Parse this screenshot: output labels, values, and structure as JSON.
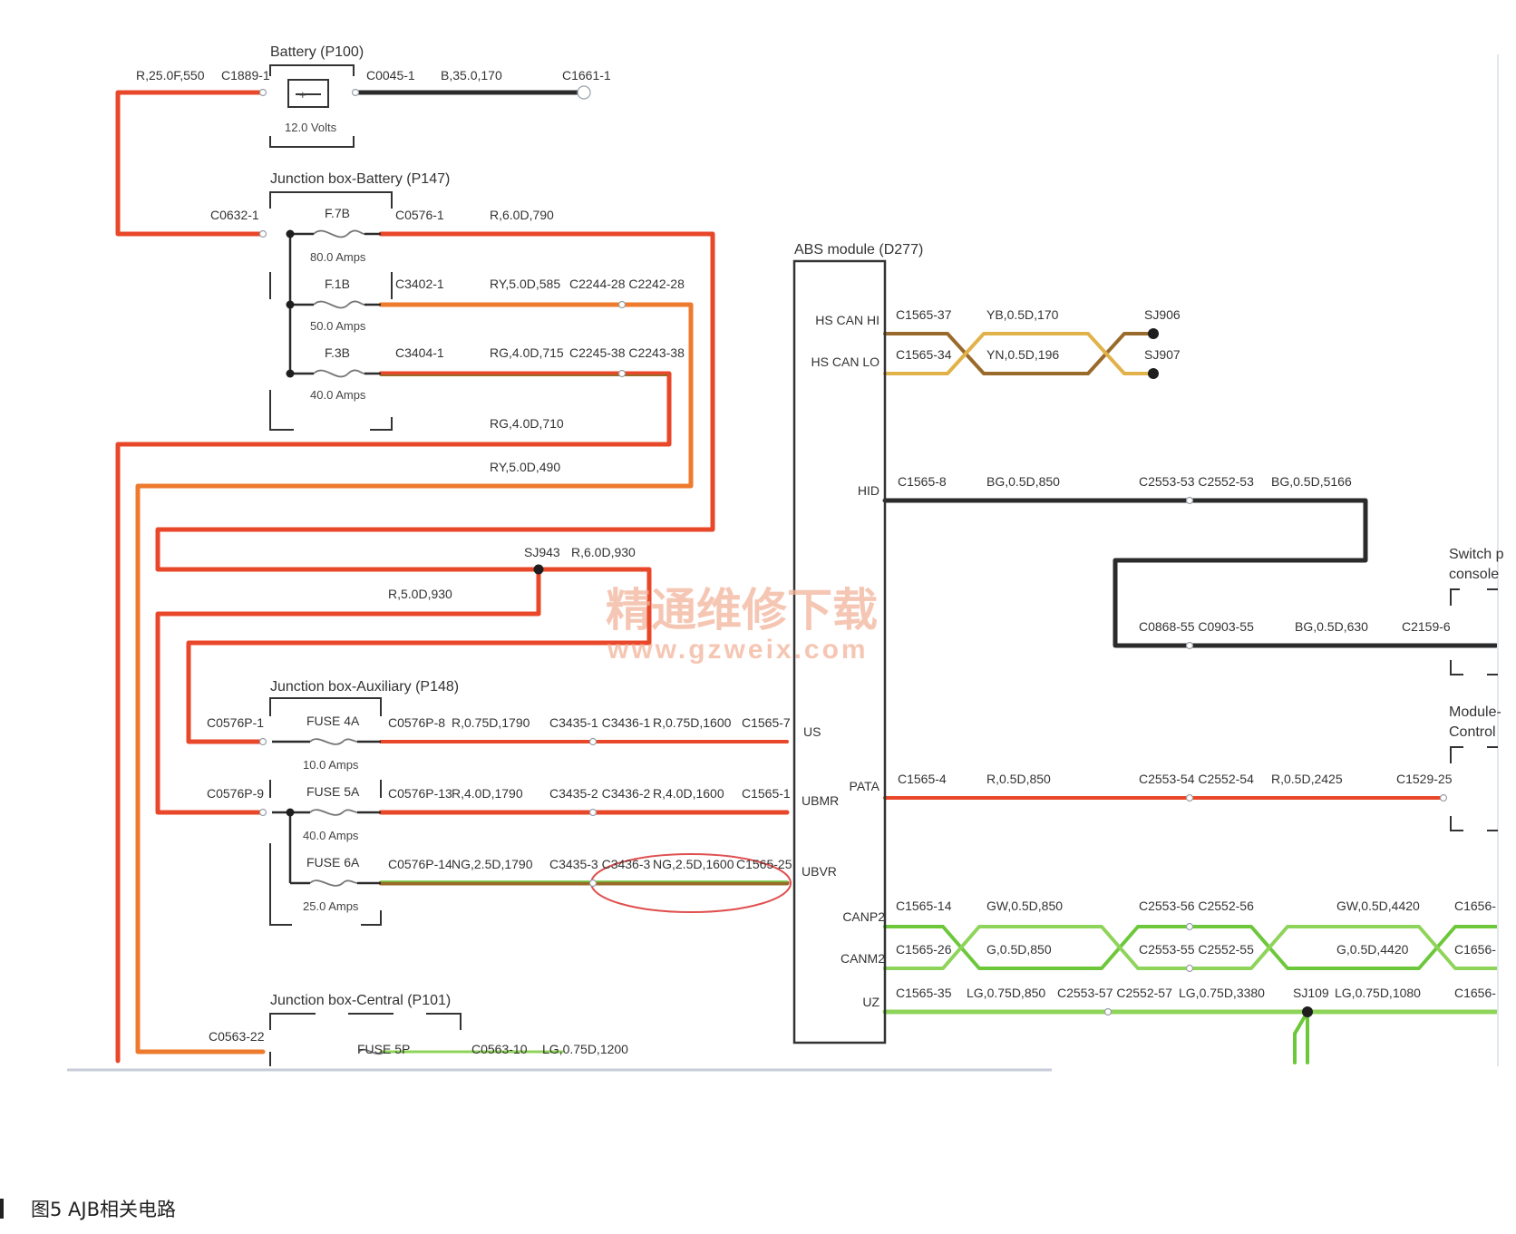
{
  "diagram": {
    "components": {
      "battery": {
        "title": "Battery (P100)",
        "rating": "12.0 Volts",
        "polarity": "+"
      },
      "jb_battery": {
        "title": "Junction box-Battery (P147)",
        "fuses": [
          {
            "id": "F.7B",
            "rating": "80.0 Amps"
          },
          {
            "id": "F.1B",
            "rating": "50.0 Amps"
          },
          {
            "id": "F.3B",
            "rating": "40.0 Amps"
          }
        ]
      },
      "jb_aux": {
        "title": "Junction box-Auxiliary (P148)",
        "fuses": [
          {
            "id": "FUSE 4A",
            "rating": "10.0 Amps"
          },
          {
            "id": "FUSE 5A",
            "rating": "40.0 Amps"
          },
          {
            "id": "FUSE 6A",
            "rating": "25.0 Amps"
          }
        ]
      },
      "jb_central": {
        "title": "Junction box-Central (P101)",
        "fuse": "FUSE 5P"
      },
      "abs": {
        "title": "ABS module (D277)",
        "pins_left": [
          "US",
          "UBMR",
          "UBVR"
        ],
        "pins_right": [
          "HS CAN HI",
          "HS CAN LO",
          "HID",
          "PATA",
          "CANP2",
          "CANM2",
          "UZ"
        ]
      },
      "switch_console": {
        "line1": "Switch p",
        "line2": "console"
      },
      "module_control": {
        "line1": "Module-",
        "line2": "Control"
      }
    },
    "connectors": {
      "c1889_1": "C1889-1",
      "c0045_1": "C0045-1",
      "c1661_1": "C1661-1",
      "c0632_1": "C0632-1",
      "c0576_1": "C0576-1",
      "c3402_1": "C3402-1",
      "c3404_1": "C3404-1",
      "c2244_c2242": "C2244-28 C2242-28",
      "c2245_c2243": "C2245-38 C2243-38",
      "sj943": "SJ943",
      "c0576p_1": "C0576P-1",
      "c0576p_9": "C0576P-9",
      "c0576p_8": "C0576P-8",
      "c0576p_13": "C0576P-13",
      "c0576p_14": "C0576P-14",
      "c3435_1": "C3435-1 C3436-1",
      "c3435_2": "C3435-2 C3436-2",
      "c3435_3": "C3435-3 C3436-3",
      "c1565_7": "C1565-7",
      "c1565_1": "C1565-1",
      "c1565_25": "C1565-25",
      "c1565_37": "C1565-37",
      "c1565_34": "C1565-34",
      "sj906": "SJ906",
      "sj907": "SJ907",
      "c1565_8": "C1565-8",
      "c2553_53": "C2553-53 C2552-53",
      "c0868_55": "C0868-55 C0903-55",
      "c2159_6": "C2159-6",
      "c1565_4": "C1565-4",
      "c2553_54": "C2553-54 C2552-54",
      "c1529_25": "C1529-25",
      "c1565_14": "C1565-14",
      "c1565_26": "C1565-26",
      "c1565_35": "C1565-35",
      "c2553_56": "C2553-56 C2552-56",
      "c2553_55": "C2553-55 C2552-55",
      "c2553_57": "C2553-57 C2552-57",
      "sj109": "SJ109",
      "c1656_a": "C1656-",
      "c1656_b": "C1656-",
      "c1656_c": "C1656-",
      "c0563_22": "C0563-22",
      "c0563_10": "C0563-10"
    },
    "wires": {
      "w_r25": "R,25.0F,550",
      "w_b35": "B,35.0,170",
      "w_r6": "R,6.0D,790",
      "w_ry5_585": "RY,5.0D,585",
      "w_rg4_715": "RG,4.0D,715",
      "w_rg4_710": "RG,4.0D,710",
      "w_ry5_490": "RY,5.0D,490",
      "w_r6_930": "R,6.0D,930",
      "w_r5_930": "R,5.0D,930",
      "w_r075_1790": "R,0.75D,1790",
      "w_r075_1600": "R,0.75D,1600",
      "w_r4_1790": "R,4.0D,1790",
      "w_r4_1600": "R,4.0D,1600",
      "w_ng_1790": "NG,2.5D,1790",
      "w_ng_1600": "NG,2.5D,1600",
      "w_yb": "YB,0.5D,170",
      "w_yn": "YN,0.5D,196",
      "w_bg_850": "BG,0.5D,850",
      "w_bg_5166": "BG,0.5D,5166",
      "w_bg_630": "BG,0.5D,630",
      "w_r05_850": "R,0.5D,850",
      "w_r05_2425": "R,0.5D,2425",
      "w_gw_850": "GW,0.5D,850",
      "w_gw_4420": "GW,0.5D,4420",
      "w_g_850": "G,0.5D,850",
      "w_g_4420": "G,0.5D,4420",
      "w_lg_850": "LG,0.75D,850",
      "w_lg_3380": "LG,0.75D,3380",
      "w_lg_1080": "LG,0.75D,1080",
      "w_lg_1200": "LG,0.75D,1200"
    },
    "colors": {
      "red_wire": "#e8472a",
      "orange_wire": "#ee7a2e",
      "dark_wire": "#2b2b2b",
      "olive_wire": "#9a6a2a",
      "yellow_wire": "#e2b24a",
      "green_wire": "#6cc83a",
      "light_green_wire": "#8fd45a",
      "highlight_ellipse": "#e05050",
      "watermark": "#f2b49a"
    }
  },
  "watermark": {
    "cn": "精通维修下载",
    "url": "www.gzweix.com"
  },
  "caption": {
    "text": "图5  AJB相关电路"
  }
}
